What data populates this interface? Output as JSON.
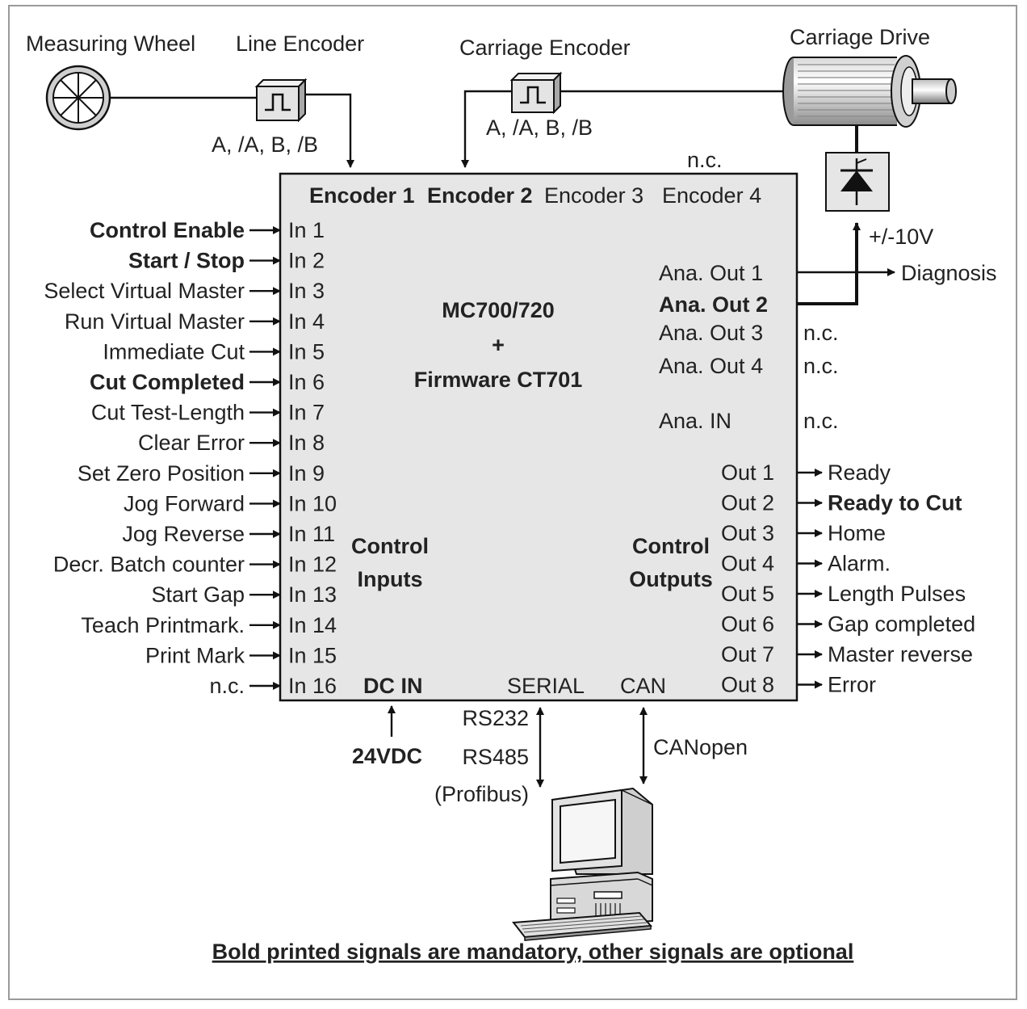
{
  "devices": {
    "measuring_wheel": "Measuring Wheel",
    "line_encoder": "Line Encoder",
    "line_encoder_signals": "A, /A, B, /B",
    "carriage_encoder": "Carriage Encoder",
    "carriage_encoder_signals": "A, /A, B, /B",
    "carriage_drive": "Carriage Drive",
    "encoder_symbol": "ᒣ"
  },
  "controller": {
    "title": "MC700/720",
    "plus": "+",
    "firmware": "Firmware CT701",
    "encoders": [
      "Encoder 1",
      "Encoder 2",
      "Encoder 3",
      "Encoder 4"
    ],
    "encoder4_nc": "n.c.",
    "control_inputs": [
      "Control",
      "Inputs"
    ],
    "control_outputs": [
      "Control",
      "Outputs"
    ],
    "bottom_ports": {
      "dc_in": "DC IN",
      "serial": "SERIAL",
      "can": "CAN"
    },
    "analog_outputs": [
      "Ana. Out 1",
      "Ana. Out 2",
      "Ana. Out 3",
      "Ana. Out 4"
    ],
    "analog_in": "Ana. IN"
  },
  "inputs": [
    {
      "port": "In 1",
      "signal": "Control Enable",
      "mandatory": true
    },
    {
      "port": "In 2",
      "signal": "Start / Stop",
      "mandatory": true
    },
    {
      "port": "In 3",
      "signal": "Select Virtual Master",
      "mandatory": false
    },
    {
      "port": "In 4",
      "signal": "Run Virtual Master",
      "mandatory": false
    },
    {
      "port": "In 5",
      "signal": "Immediate Cut",
      "mandatory": false
    },
    {
      "port": "In 6",
      "signal": "Cut Completed",
      "mandatory": true
    },
    {
      "port": "In 7",
      "signal": "Cut Test-Length",
      "mandatory": false
    },
    {
      "port": "In 8",
      "signal": "Clear Error",
      "mandatory": false
    },
    {
      "port": "In 9",
      "signal": "Set Zero Position",
      "mandatory": false
    },
    {
      "port": "In 10",
      "signal": "Jog Forward",
      "mandatory": false
    },
    {
      "port": "In 11",
      "signal": "Jog Reverse",
      "mandatory": false
    },
    {
      "port": "In 12",
      "signal": "Decr. Batch counter",
      "mandatory": false
    },
    {
      "port": "In 13",
      "signal": "Start Gap",
      "mandatory": false
    },
    {
      "port": "In 14",
      "signal": "Teach Printmark.",
      "mandatory": false
    },
    {
      "port": "In 15",
      "signal": "Print Mark",
      "mandatory": false
    },
    {
      "port": "In 16",
      "signal": "n.c.",
      "mandatory": false
    }
  ],
  "outputs": [
    {
      "port": "Out 1",
      "signal": "Ready",
      "mandatory": false
    },
    {
      "port": "Out 2",
      "signal": "Ready to Cut",
      "mandatory": true
    },
    {
      "port": "Out 3",
      "signal": "Home",
      "mandatory": false
    },
    {
      "port": "Out 4",
      "signal": "Alarm.",
      "mandatory": false
    },
    {
      "port": "Out 5",
      "signal": "Length Pulses",
      "mandatory": false
    },
    {
      "port": "Out 6",
      "signal": "Gap completed",
      "mandatory": false
    },
    {
      "port": "Out 7",
      "signal": "Master reverse",
      "mandatory": false
    },
    {
      "port": "Out 8",
      "signal": "Error",
      "mandatory": false
    }
  ],
  "analog_signals": {
    "diagnosis": "Diagnosis",
    "voltage": "+/-10V",
    "out3_nc": "n.c.",
    "out4_nc": "n.c.",
    "in_nc": "n.c."
  },
  "connections": {
    "power": "24VDC",
    "serial_protocols": [
      "RS232",
      "RS485",
      "(Profibus)"
    ],
    "can_protocol": "CANopen"
  },
  "footer": "Bold printed signals are mandatory, other signals are optional",
  "colors": {
    "box_fill": "#e6e6e6",
    "frame": "#9a9a9a",
    "line": "#111111"
  }
}
